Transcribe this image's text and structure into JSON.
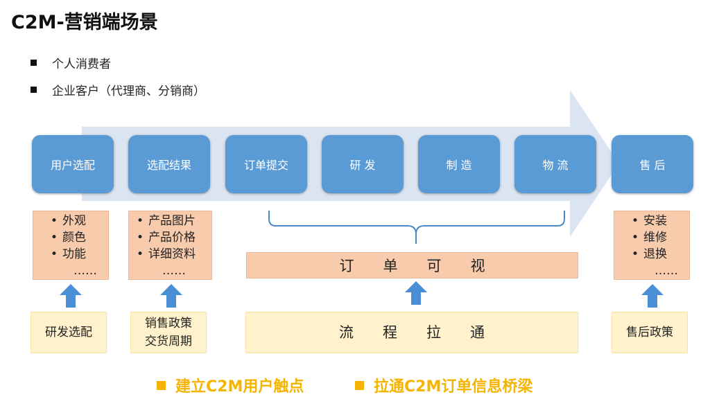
{
  "title": "C2M-营销端场景",
  "bullets": [
    "个人消费者",
    "企业客户（代理商、分销商）"
  ],
  "stages": [
    "用户选配",
    "选配结果",
    "订单提交",
    "研 发",
    "制 造",
    "物 流",
    "售 后"
  ],
  "detail_lists": {
    "user_config": [
      "外观",
      "颜色",
      "功能"
    ],
    "config_result": [
      "产品图片",
      "产品价格",
      "详细资料"
    ],
    "after_sales": [
      "安装",
      "维修",
      "退换"
    ],
    "ellipsis": "……"
  },
  "order_visible": "订　　单　　可　　视",
  "sources": {
    "rd_config": "研发选配",
    "sales_policy_1": "销售政策",
    "sales_policy_2": "交货周期",
    "process": "流　　程　　拉　　通",
    "after_sales_policy": "售后政策"
  },
  "footer": [
    "建立C2M用户触点",
    "拉通C2M订单信息桥梁"
  ],
  "colors": {
    "stage_blue": "#5b9bd5",
    "band": "#dbe5f1",
    "peach": "#f8cbad",
    "cream": "#fff2cc",
    "accent_yellow": "#f5b400",
    "arrow_blue": "#4a8fd6"
  }
}
